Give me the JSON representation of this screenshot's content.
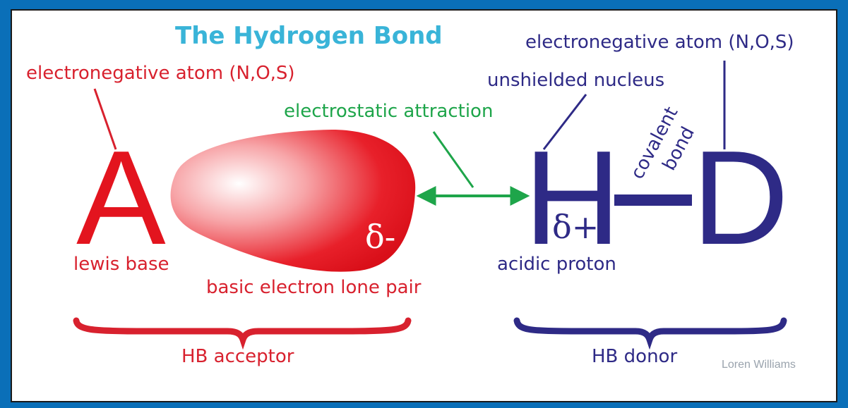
{
  "title": "The Hydrogen Bond",
  "acceptor": {
    "atom_letter": "A",
    "atom_note": "electronegative atom (N,O,S)",
    "atom_label": "lewis base",
    "lone_pair_label": "basic electron lone pair",
    "lone_pair_charge": "δ-",
    "group_label": "HB acceptor"
  },
  "interaction": {
    "label": "electrostatic attraction"
  },
  "donor": {
    "proton_letter": "H",
    "proton_note": "unshielded nucleus",
    "proton_charge": "δ+",
    "proton_label": "acidic proton",
    "bond_label_1": "covalent",
    "bond_label_2": "bond",
    "atom_letter": "D",
    "atom_note": "electronegative atom (N,O,S)",
    "group_label": "HB donor"
  },
  "credit": "Loren Williams",
  "colors": {
    "frame": "#0a6fb8",
    "title": "#39b4d8",
    "acceptor": "#d8212e",
    "donor": "#2e2a86",
    "interaction": "#1ea54a"
  }
}
